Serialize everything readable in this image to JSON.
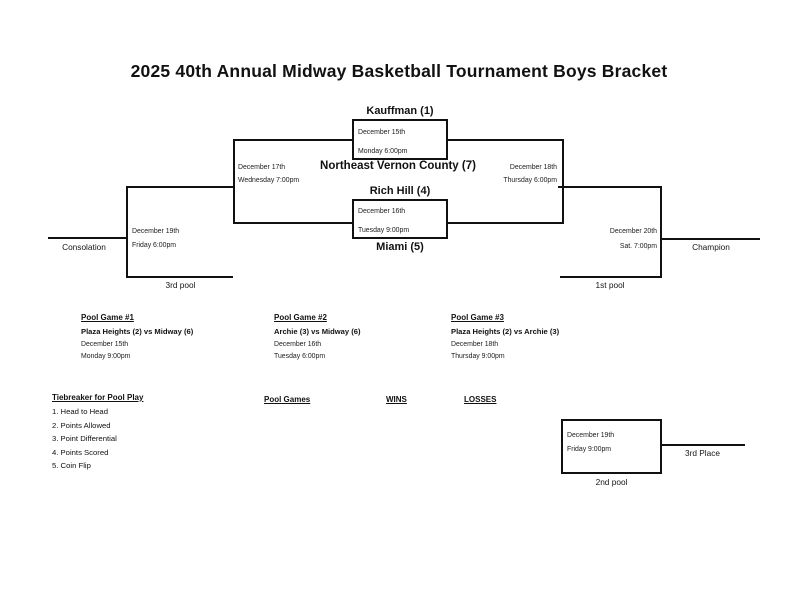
{
  "title": "2025 40th Annual Midway Basketball Tournament Boys Bracket",
  "bracket": {
    "game1": {
      "team_top": "Kauffman (1)",
      "date": "December 15th",
      "time": "Monday 6:00pm",
      "team_bottom": "Northeast Vernon County (7)"
    },
    "game2": {
      "team_top": "Rich Hill (4)",
      "date": "December 16th",
      "time": "Tuesday 9:00pm",
      "team_bottom": "Miami (5)"
    },
    "semifinal_left": {
      "date": "December 17th",
      "time": "Wednesday 7:00pm"
    },
    "semifinal_right": {
      "date": "December 18th",
      "time": "Thursday 6:00pm"
    },
    "third_pool_game": {
      "date": "December 19th",
      "time": "Friday 6:00pm",
      "pool_label": "3rd pool",
      "result_label": "Consolation"
    },
    "first_pool_game": {
      "date": "December 20th",
      "time": "Sat. 7:00pm",
      "pool_label": "1st pool",
      "result_label": "Champion"
    },
    "second_pool_game": {
      "date": "December 19th",
      "time": "Friday 9:00pm",
      "pool_label": "2nd pool",
      "result_label": "3rd Place"
    }
  },
  "pool_games": [
    {
      "title": "Pool Game #1",
      "matchup": "Plaza Heights (2)  vs Midway (6)",
      "date": "December 15th",
      "time": "Monday 9:00pm"
    },
    {
      "title": "Pool Game #2",
      "matchup": "Archie (3) vs Midway (6)",
      "date": "December 16th",
      "time": "Tuesday 6:00pm"
    },
    {
      "title": "Pool Game #3",
      "matchup": "Plaza Heights (2)  vs Archie (3)",
      "date": "December 18th",
      "time": "Thursday 9:00pm"
    }
  ],
  "standings": {
    "pool_games_header": "Pool Games",
    "wins_header": "WINS",
    "losses_header": "LOSSES"
  },
  "tiebreaker": {
    "title": "Tiebreaker for Pool Play",
    "items": [
      "1. Head to Head",
      "2. Points Allowed",
      "3. Point Differential",
      "4. Points Scored",
      "5. Coin Flip"
    ]
  },
  "colors": {
    "line": "#111111",
    "text": "#111111",
    "background": "#ffffff"
  }
}
